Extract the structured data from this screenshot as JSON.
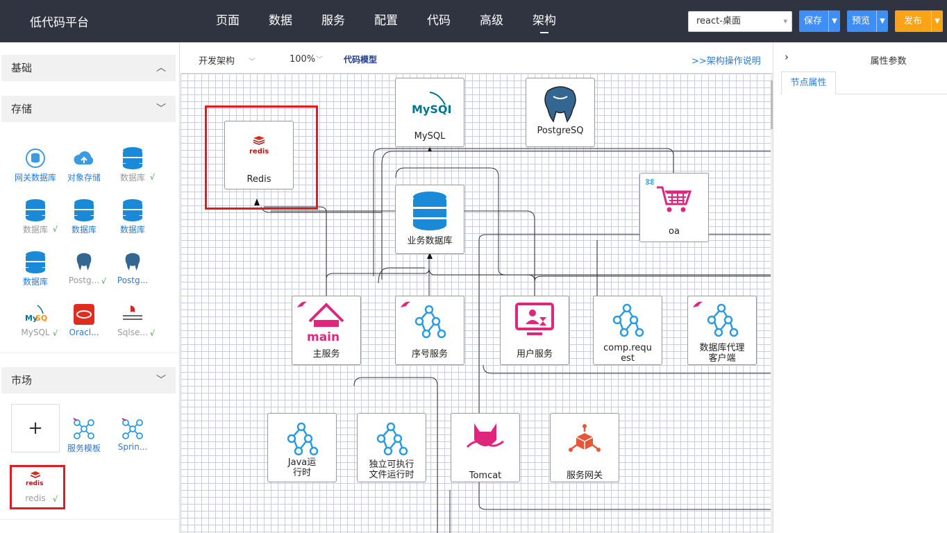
{
  "app": {
    "title": "低代码平台"
  },
  "nav": [
    {
      "label": "页面"
    },
    {
      "label": "数据"
    },
    {
      "label": "服务"
    },
    {
      "label": "配置"
    },
    {
      "label": "代码"
    },
    {
      "label": "高级"
    },
    {
      "label": "架构",
      "active": true
    }
  ],
  "project_select": {
    "value": "react-桌面"
  },
  "actions": {
    "save": "保存",
    "preview": "预览",
    "publish": "发布"
  },
  "left_panel": {
    "sections": {
      "basic": "基础",
      "storage": "存储",
      "market": "市场"
    },
    "storage_items": [
      {
        "label": "网关数据库",
        "style": "blue"
      },
      {
        "label": "对象存储",
        "style": "blue"
      },
      {
        "label": "数据库",
        "style": "grey",
        "checked": true
      },
      {
        "label": "数据库",
        "style": "grey",
        "checked": true
      },
      {
        "label": "数据库",
        "style": "blue"
      },
      {
        "label": "数据库",
        "style": "blue"
      },
      {
        "label": "数据库",
        "style": "blue"
      },
      {
        "label": "Postg...",
        "style": "grey",
        "checked": true
      },
      {
        "label": "Postg...",
        "style": "blue"
      },
      {
        "label": "MySQL",
        "style": "grey",
        "checked": true
      },
      {
        "label": "Oracl...",
        "style": "blue"
      },
      {
        "label": "Sqlse...",
        "style": "grey",
        "checked": true
      }
    ],
    "market_add": "+",
    "market_items": [
      {
        "label": "服务模板",
        "style": "blue"
      },
      {
        "label": "Sprin...",
        "style": "blue"
      },
      {
        "label": "redis",
        "style": "grey",
        "checked": true
      }
    ],
    "checkmark": "√"
  },
  "toolbar": {
    "mode": "开发架构",
    "zoom": "100%",
    "code_model": "代码模型",
    "help_link": ">>架构操作说明"
  },
  "nodes": {
    "redis": "Redis",
    "mysql": "MySQL",
    "postgres": "PostgreSQ",
    "oa": "oa",
    "biz_db": "业务数据库",
    "main_service": "主服务",
    "seq_service": "序号服务",
    "user_service": "用户服务",
    "comp_request": "comp.request",
    "db_proxy": "数据库代理客户端",
    "java_runtime": "Java运行时",
    "exe_runtime": "独立可执行文件运行时",
    "tomcat": "Tomcat",
    "gateway": "服务网关"
  },
  "node_icon_text": {
    "redis": "redis",
    "mysql": "MySQL",
    "main": "main"
  },
  "right_panel": {
    "title": "属性参数",
    "tab": "节点属性"
  },
  "colors": {
    "topbar": "#2f3440",
    "blue": "#3d8ef5",
    "orange": "#fba316",
    "highlight": "#e41b1b",
    "node_pink": "#e0267c",
    "db_blue": "#1a8ad8"
  }
}
